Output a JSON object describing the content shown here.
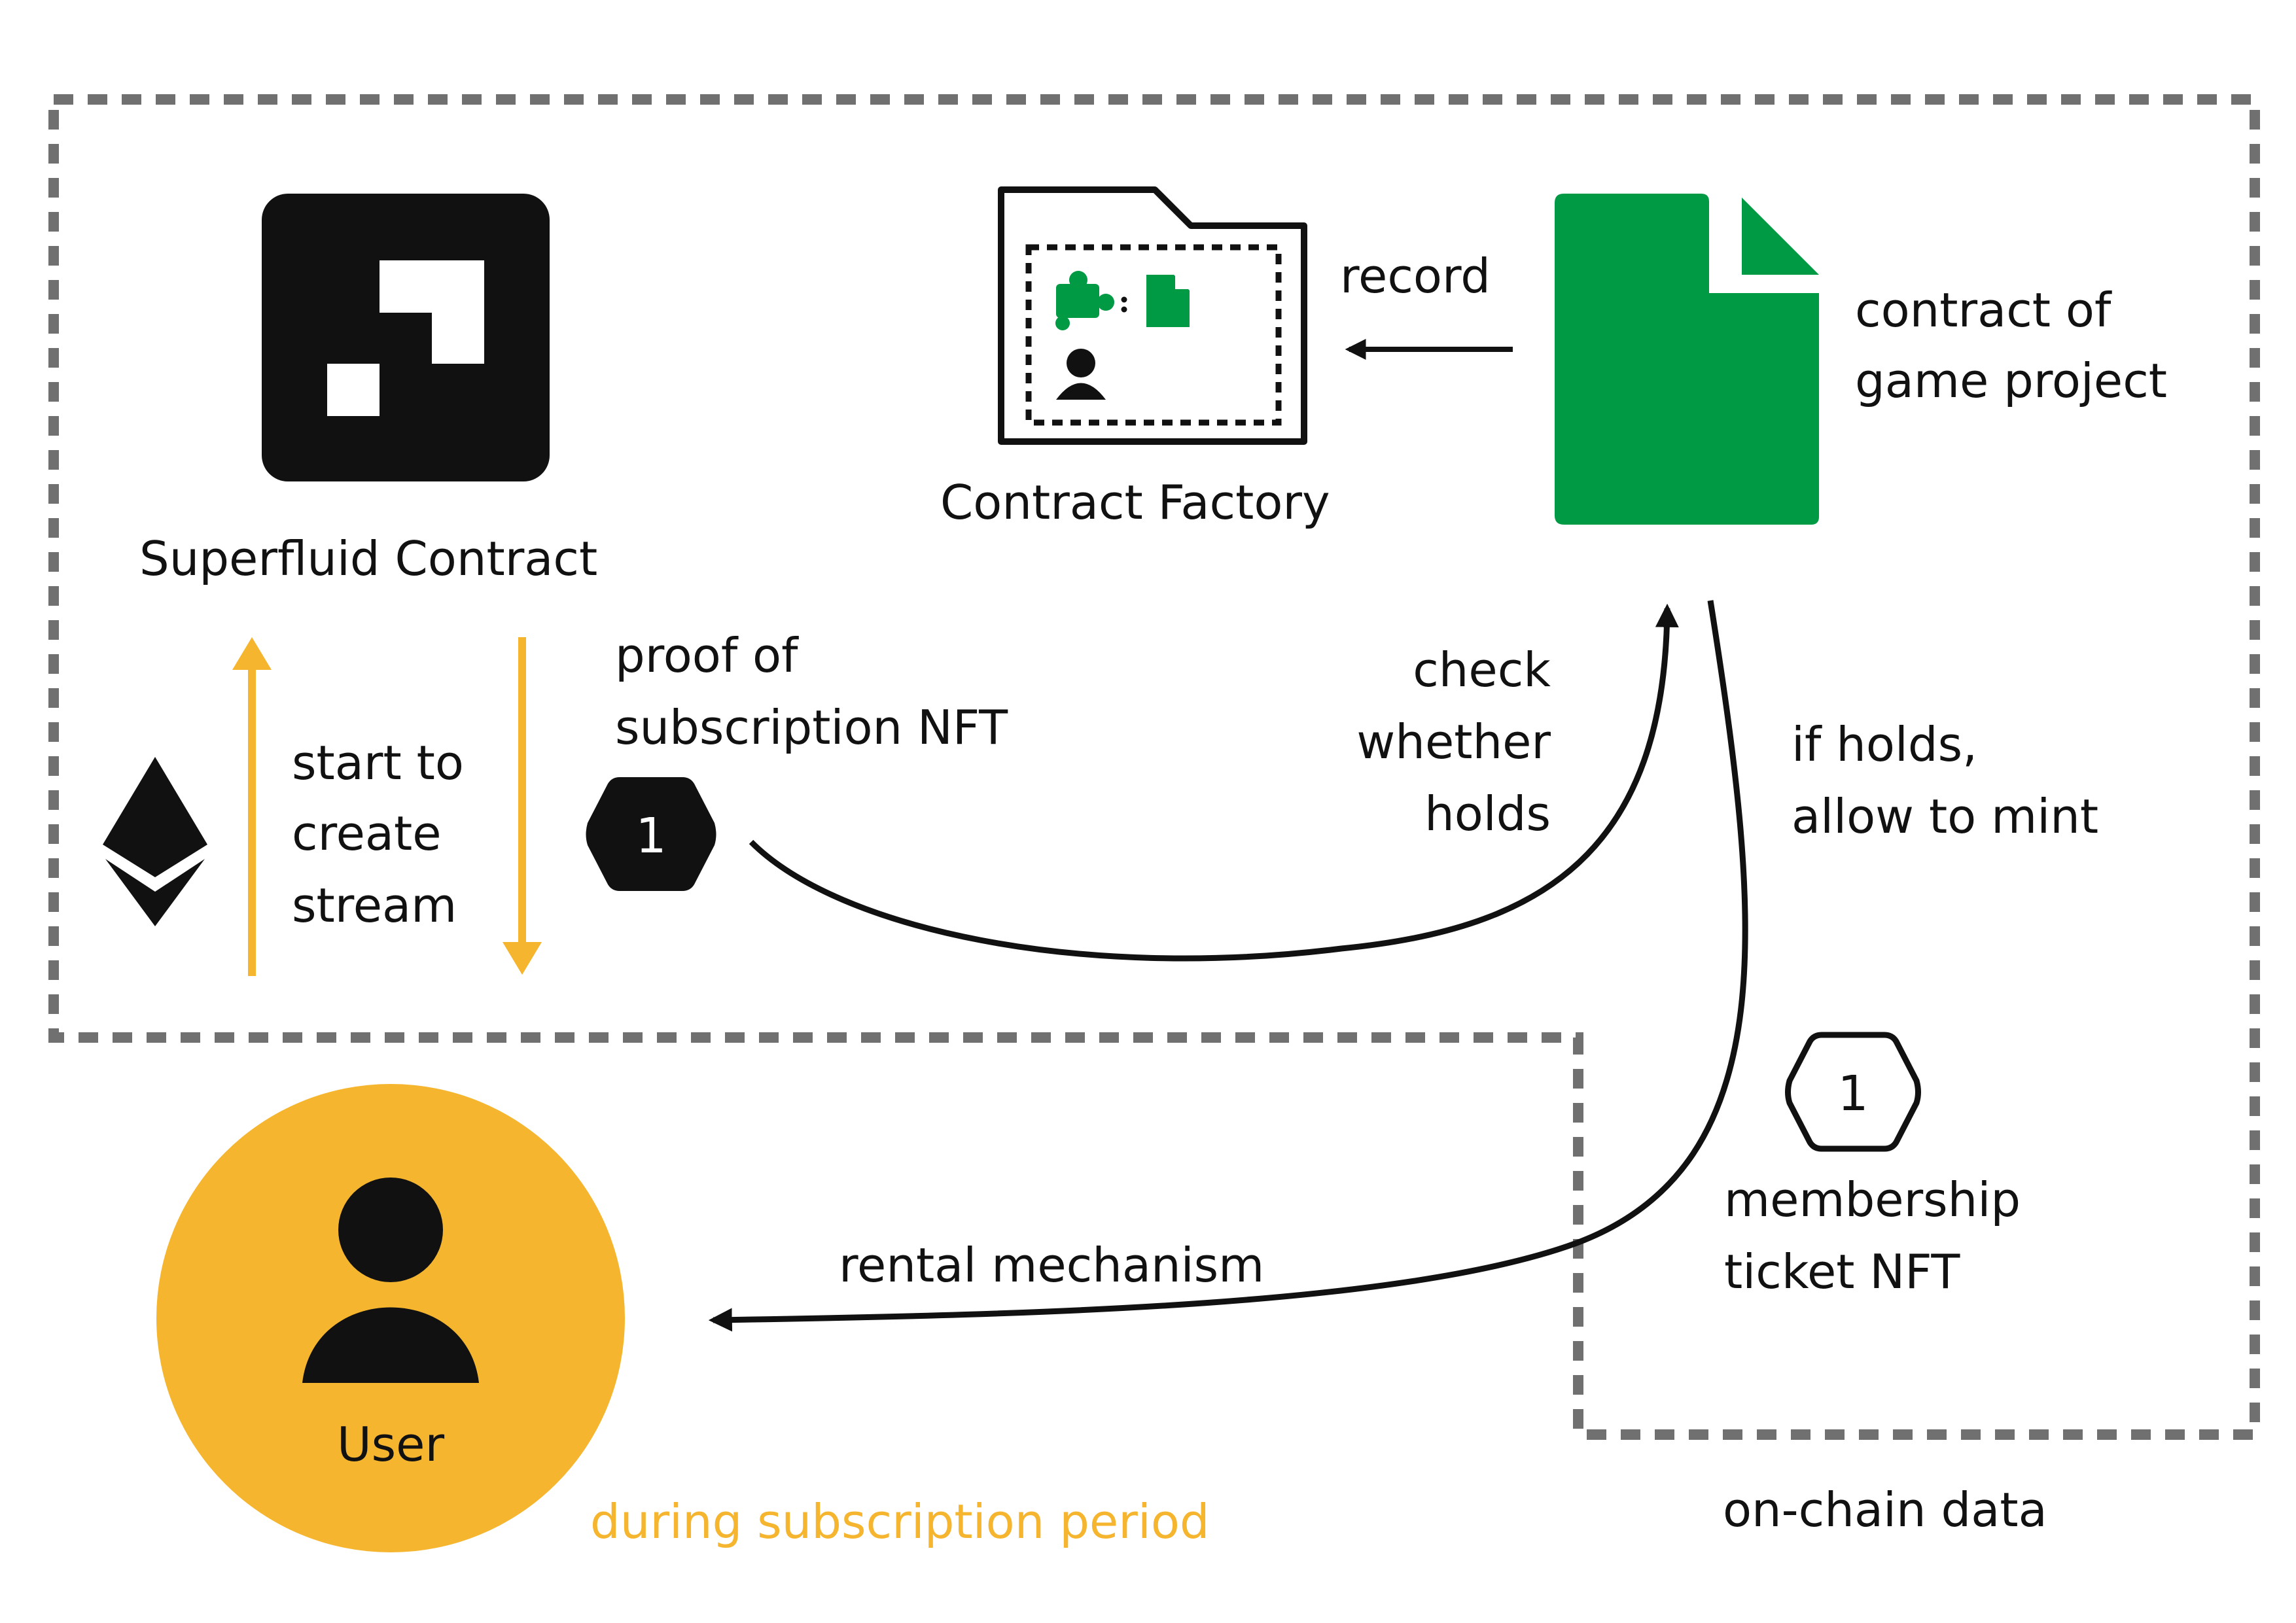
{
  "colors": {
    "black": "#111111",
    "green": "#009a44",
    "yellow": "#f5b52e",
    "dash_gray": "#707070",
    "white": "#ffffff"
  },
  "icons": {
    "superfluid": "superfluid-logo-icon",
    "folder": "contract-factory-folder-icon",
    "document": "game-contract-document-icon",
    "ethereum": "ethereum-icon",
    "user": "user-icon"
  },
  "labels": {
    "superfluid_contract": "Superfluid Contract",
    "contract_factory": "Contract Factory",
    "record": "record",
    "contract_of_game_project": [
      "contract of",
      "game project"
    ],
    "start_to_create_stream": [
      "start to",
      "create",
      "stream"
    ],
    "proof_of_subscription_nft": [
      "proof of",
      "subscription NFT"
    ],
    "check_whether_holds": [
      "check",
      "whether",
      "holds"
    ],
    "if_holds_allow_to_mint": [
      "if holds,",
      "allow to mint"
    ],
    "membership_ticket_nft": [
      "membership",
      "ticket NFT"
    ],
    "rental_mechanism": "rental mechanism",
    "user": "User",
    "during_subscription_period": "during subscription period",
    "on_chain_data": "on-chain data"
  },
  "nft_badges": {
    "subscription_badge_number": "1",
    "membership_badge_number": "1"
  }
}
